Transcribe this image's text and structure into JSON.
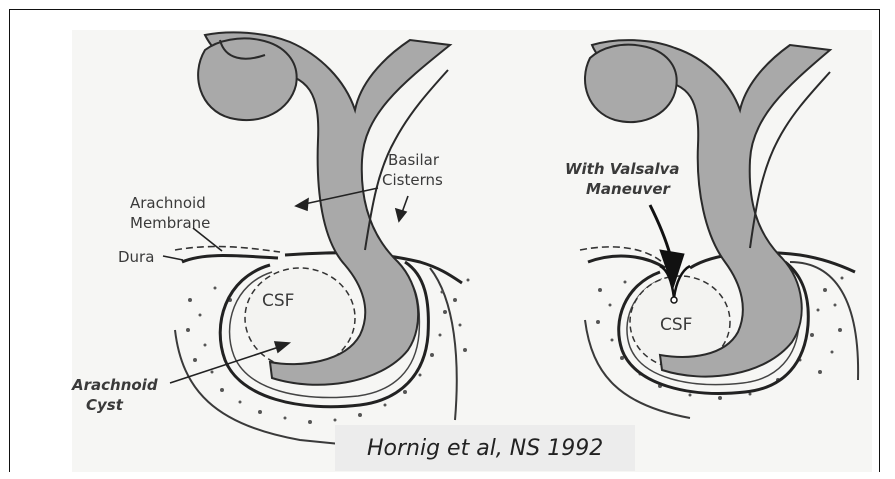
{
  "diagram": {
    "left_panel": {
      "labels": {
        "basilar_cisterns_1": "Basilar",
        "basilar_cisterns_2": "Cisterns",
        "arachnoid_membrane_1": "Arachnoid",
        "arachnoid_membrane_2": "Membrane",
        "dura": "Dura",
        "csf": "CSF",
        "arachnoid_cyst_1": "Arachnoid",
        "arachnoid_cyst_2": "Cyst"
      }
    },
    "right_panel": {
      "labels": {
        "valsalva_1": "With Valsalva",
        "valsalva_2": "Maneuver",
        "csf": "CSF"
      }
    }
  },
  "citation": "Hornig et al, NS 1992",
  "colors": {
    "fluid": "#a9a9a9",
    "line": "#2a2a2a",
    "paper": "#f6f6f4"
  }
}
